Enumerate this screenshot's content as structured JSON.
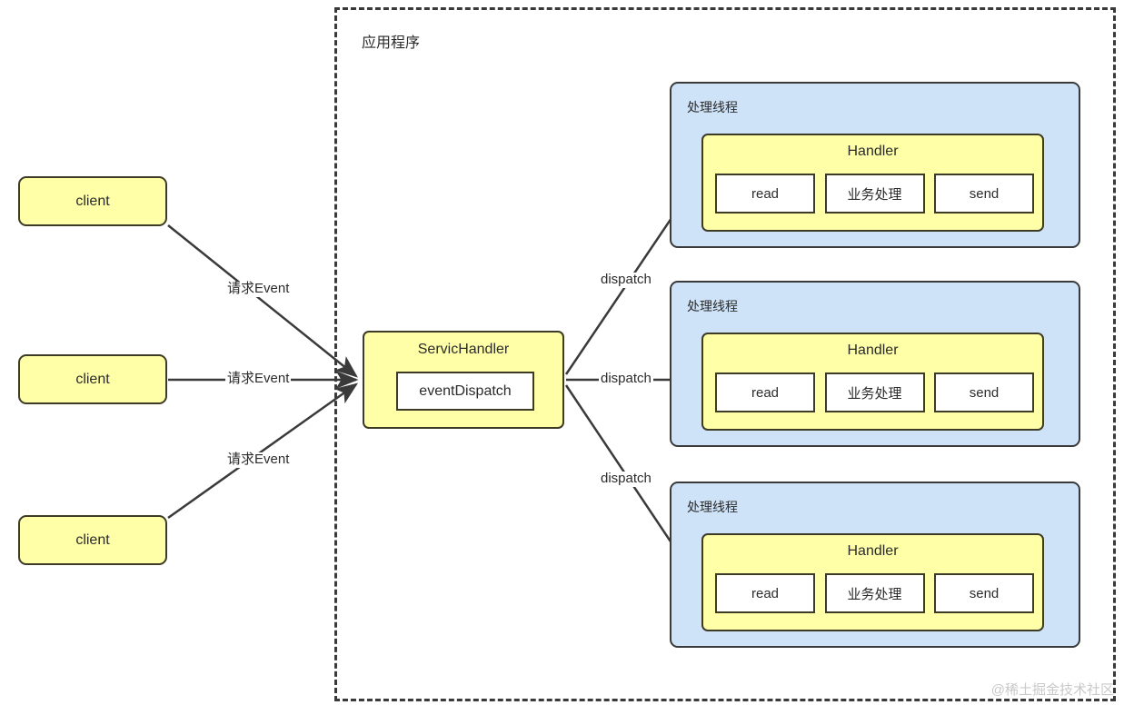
{
  "diagram": {
    "app_container_label": "应用程序",
    "clients": [
      {
        "label": "client"
      },
      {
        "label": "client"
      },
      {
        "label": "client"
      }
    ],
    "service_handler": {
      "title": "ServicHandler",
      "inner_label": "eventDispatch"
    },
    "threads": [
      {
        "label": "处理线程",
        "handler_title": "Handler",
        "cells": [
          {
            "label": "read"
          },
          {
            "label": "业务处理"
          },
          {
            "label": "send"
          }
        ]
      },
      {
        "label": "处理线程",
        "handler_title": "Handler",
        "cells": [
          {
            "label": "read"
          },
          {
            "label": "业务处理"
          },
          {
            "label": "send"
          }
        ]
      },
      {
        "label": "处理线程",
        "handler_title": "Handler",
        "cells": [
          {
            "label": "read"
          },
          {
            "label": "业务处理"
          },
          {
            "label": "send"
          }
        ]
      }
    ],
    "request_edge_labels": [
      {
        "text": "请求Event"
      },
      {
        "text": "请求Event"
      },
      {
        "text": "请求Event"
      }
    ],
    "dispatch_edge_labels": [
      {
        "text": "dispatch"
      },
      {
        "text": "dispatch"
      },
      {
        "text": "dispatch"
      }
    ],
    "watermark": "@稀土掘金技术社区",
    "colors": {
      "yellow_fill": "#ffffa8",
      "blue_fill": "#cfe3f8",
      "white_fill": "#ffffff",
      "stroke_dark": "#3a3a3a",
      "stroke_yellow_border": "#3d3a26",
      "watermark_gray": "#c9c9c9"
    }
  }
}
